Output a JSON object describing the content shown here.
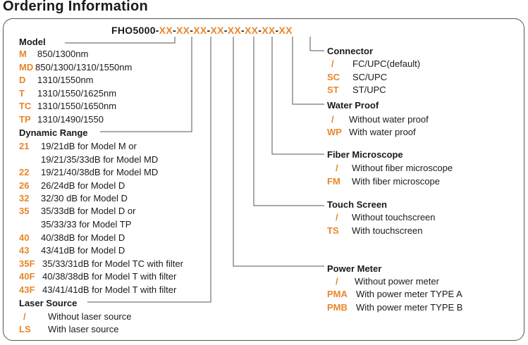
{
  "title": "Ordering Information",
  "model_code": {
    "prefix": "FHO5000-",
    "placeholders": [
      "XX",
      "XX",
      "XX",
      "XX",
      "XX",
      "XX",
      "XX",
      "XX"
    ]
  },
  "model": {
    "heading": "Model",
    "options": [
      {
        "code": "M",
        "desc": "850/1300nm"
      },
      {
        "code": "MD",
        "desc": "850/1300/1310/1550nm"
      },
      {
        "code": "D",
        "desc": "1310/1550nm"
      },
      {
        "code": "T",
        "desc": "1310/1550/1625nm"
      },
      {
        "code": "TC",
        "desc": "1310/1550/1650nm"
      },
      {
        "code": "TP",
        "desc": "1310/1490/1550"
      }
    ]
  },
  "dynamic_range": {
    "heading": "Dynamic Range",
    "options": [
      {
        "code": "21",
        "lines": [
          "19/21dB for Model M or",
          "19/21/35/33dB for Model MD"
        ]
      },
      {
        "code": "22",
        "lines": [
          "19/21/40/38dB for Model MD"
        ]
      },
      {
        "code": "26",
        "lines": [
          "26/24dB for Model D"
        ]
      },
      {
        "code": "32",
        "lines": [
          "32/30 dB for Model D"
        ]
      },
      {
        "code": "35",
        "lines": [
          "35/33dB for Model D or",
          "35/33/33 for Model TP"
        ]
      },
      {
        "code": "40",
        "lines": [
          "40/38dB for Model D"
        ]
      },
      {
        "code": "43",
        "lines": [
          "43/41dB for Model D"
        ]
      },
      {
        "code": "35F",
        "lines": [
          "35/33/31dB for Model TC with filter"
        ]
      },
      {
        "code": "40F",
        "lines": [
          "40/38/38dB for Model T with filter"
        ]
      },
      {
        "code": "43F",
        "lines": [
          "43/41/41dB for Model T with filter"
        ]
      }
    ]
  },
  "laser_source": {
    "heading": "Laser Source",
    "options": [
      {
        "code": "/",
        "desc": "Without laser source"
      },
      {
        "code": "LS",
        "desc": "With laser source"
      }
    ]
  },
  "connector": {
    "heading": "Connector",
    "options": [
      {
        "code": "/",
        "desc": "FC/UPC(default)"
      },
      {
        "code": "SC",
        "desc": "SC/UPC"
      },
      {
        "code": "ST",
        "desc": "ST/UPC"
      }
    ]
  },
  "water_proof": {
    "heading": "Water Proof",
    "options": [
      {
        "code": "/",
        "desc": "Without water proof"
      },
      {
        "code": "WP",
        "desc": "With water proof"
      }
    ]
  },
  "fiber_microscope": {
    "heading": "Fiber Microscope",
    "options": [
      {
        "code": "/",
        "desc": "Without fiber microscope"
      },
      {
        "code": "FM",
        "desc": "With fiber microscope"
      }
    ]
  },
  "touch_screen": {
    "heading": "Touch Screen",
    "options": [
      {
        "code": "/",
        "desc": "Without touchscreen"
      },
      {
        "code": "TS",
        "desc": "With touchscreen"
      }
    ]
  },
  "power_meter": {
    "heading": "Power Meter",
    "options": [
      {
        "code": "/",
        "desc": "Without power meter"
      },
      {
        "code": "PMA",
        "desc": "With power meter TYPE A"
      },
      {
        "code": "PMB",
        "desc": "With power meter TYPE B"
      }
    ]
  },
  "colors": {
    "accent": "#e8862a",
    "text": "#1a1a1a",
    "line": "#555555"
  }
}
